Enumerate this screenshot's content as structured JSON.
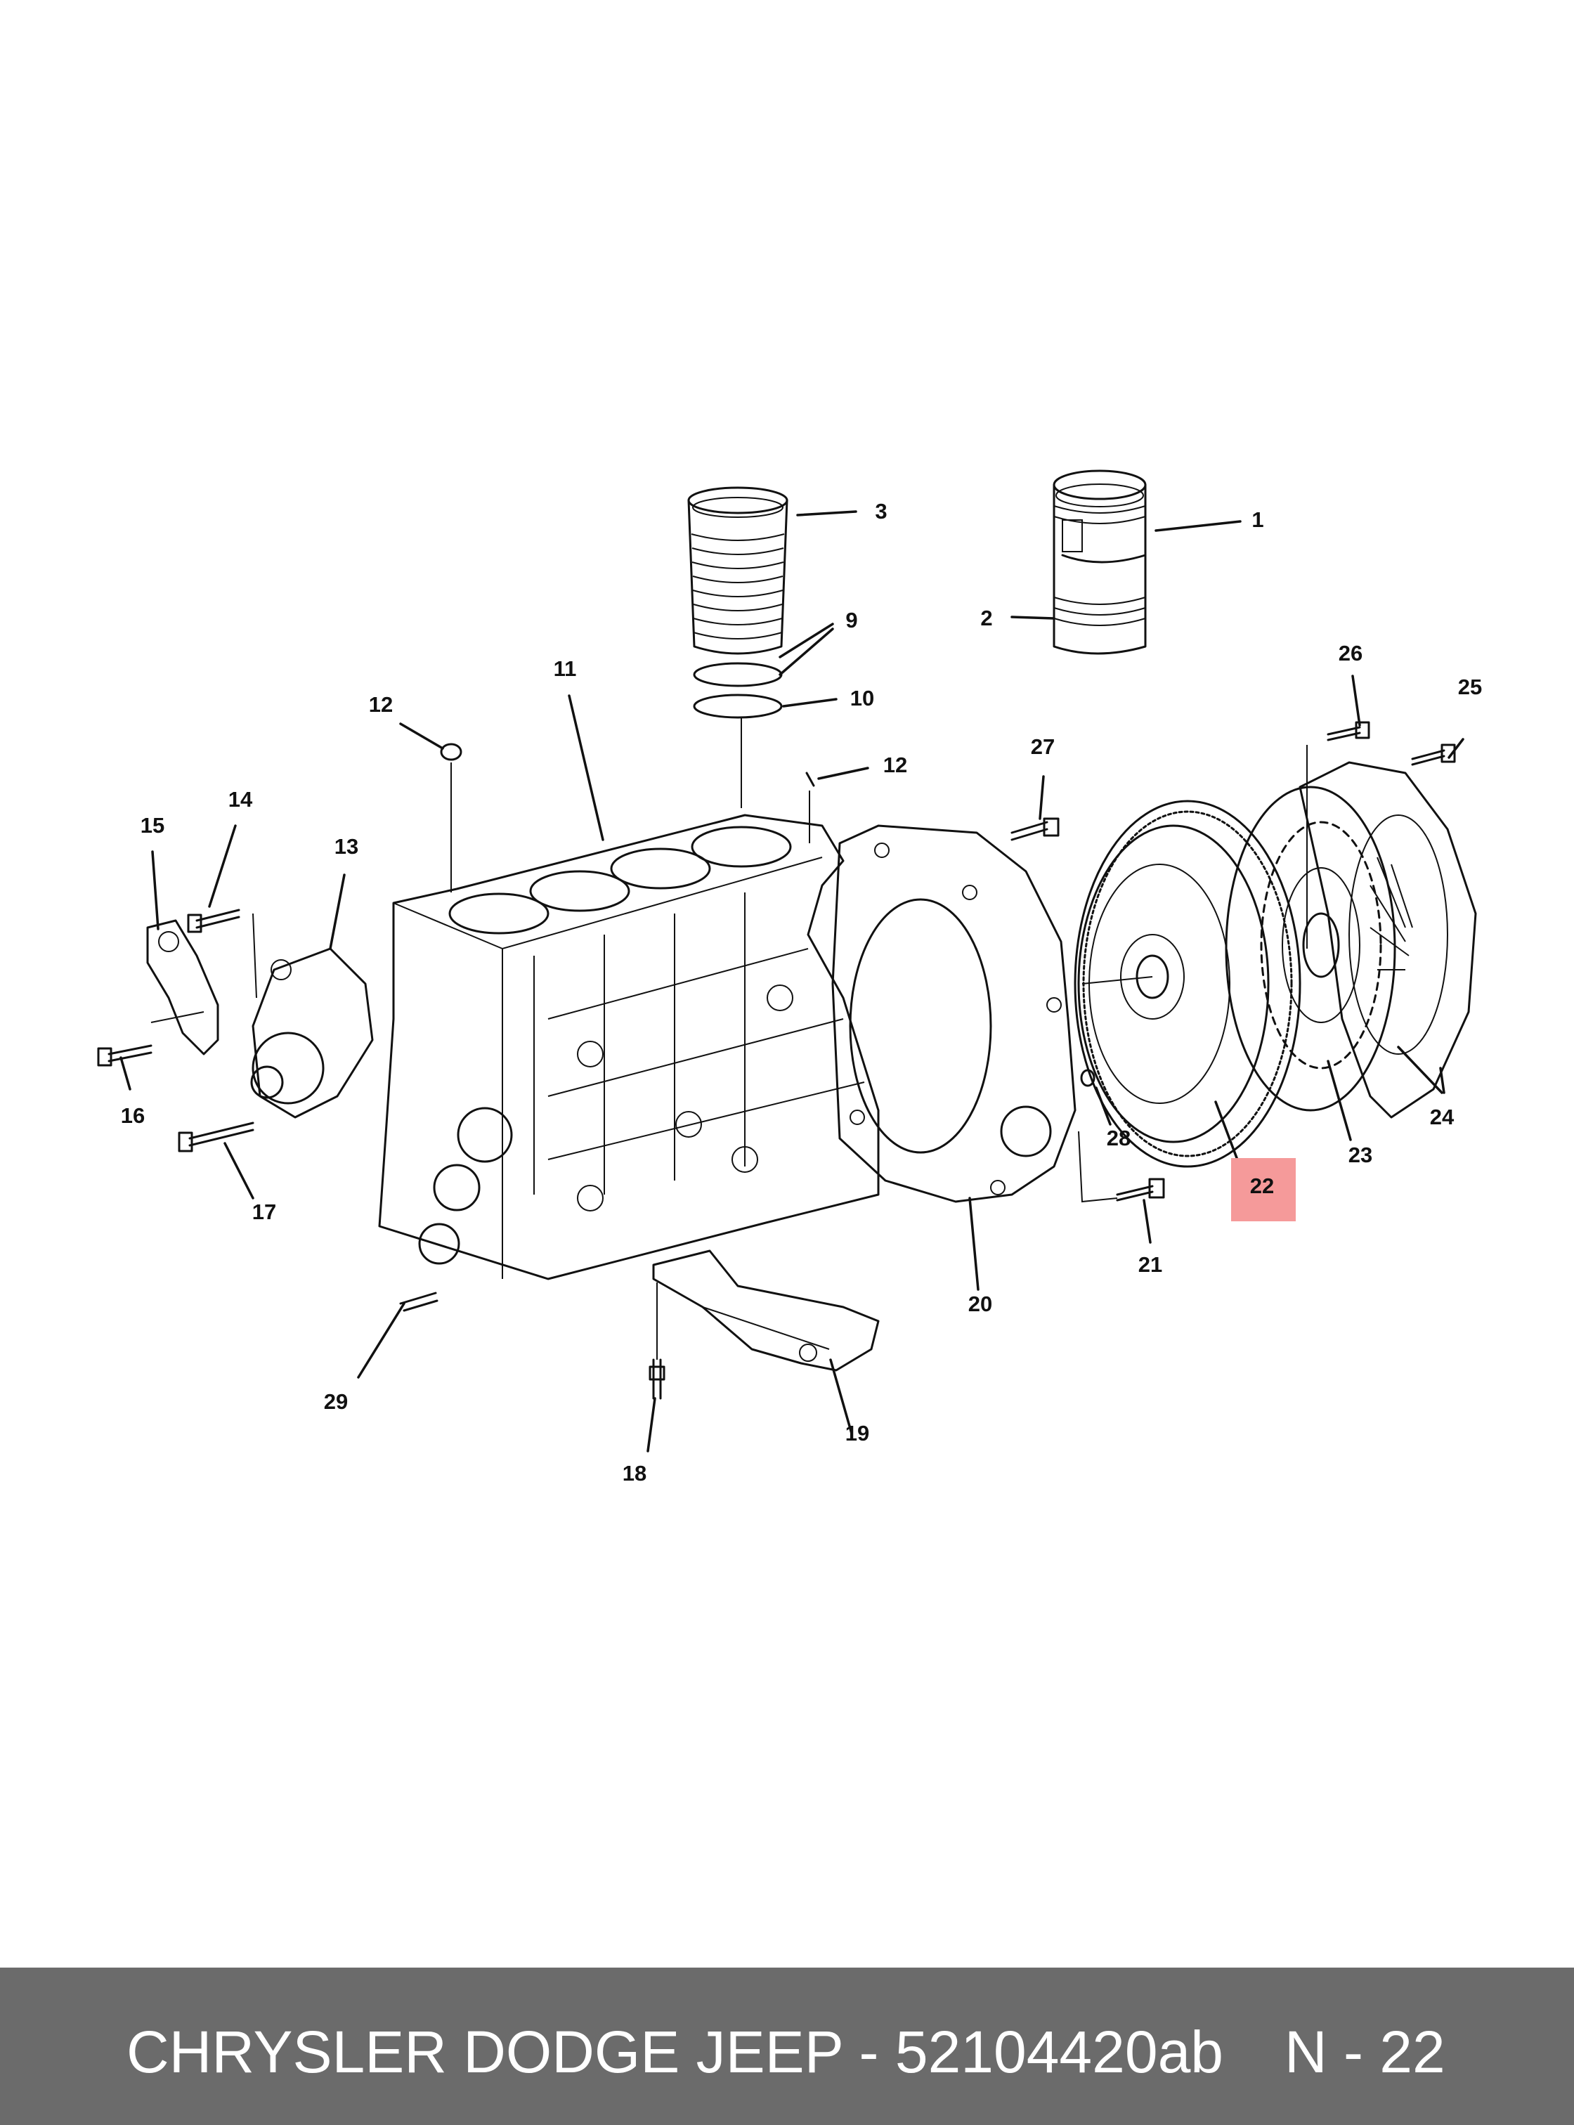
{
  "diagram": {
    "callouts": {
      "c1": "1",
      "c2": "2",
      "c3": "3",
      "c9": "9",
      "c10": "10",
      "c11": "11",
      "c12a": "12",
      "c12b": "12",
      "c13": "13",
      "c14": "14",
      "c15": "15",
      "c16": "16",
      "c17": "17",
      "c18": "18",
      "c19": "19",
      "c20": "20",
      "c21": "21",
      "c22": "22",
      "c23": "23",
      "c24": "24",
      "c25": "25",
      "c26": "26",
      "c27": "27",
      "c28": "28",
      "c29": "29"
    },
    "highlight_color": "#f59a9a",
    "line_color": "#111111"
  },
  "footer": {
    "title": "CHRYSLER DODGE JEEP - 52104420ab",
    "ref": "N - 22",
    "background_color": "#6b6b6b",
    "text_color": "#ffffff"
  }
}
